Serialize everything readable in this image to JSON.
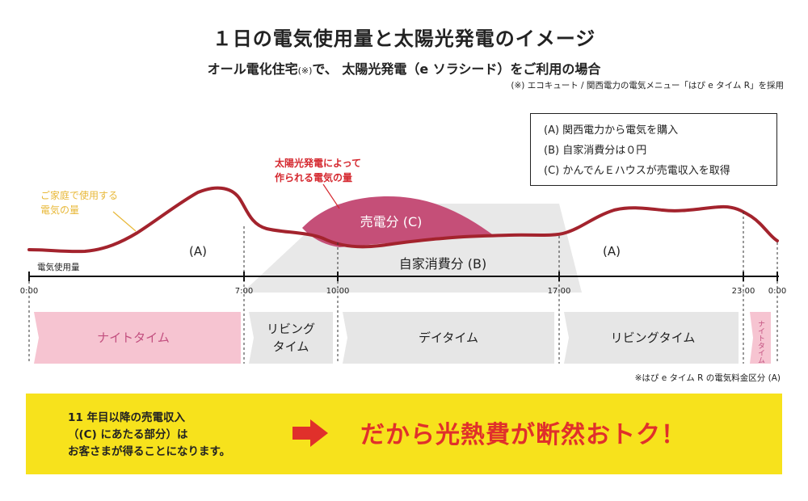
{
  "title": "１日の電気使用量と太陽光発電のイメージ",
  "subtitle": {
    "main_a": "オール電化住宅",
    "note_mark": "(※)",
    "main_b": "で、 太陽光発電（e ソラシード）をご利用の場合"
  },
  "note_top": "(※) エコキュート / 関西電力の電気メニュー「はぴ e タイム R」を採用",
  "legend": [
    "(A) 関西電力から電気を購入",
    "(B) 自家消費分は０円",
    "(C) かんでんＥハウスが売電収入を取得"
  ],
  "annotations": {
    "usage_line1": "ご家庭で使用する",
    "usage_line2": "電気の量",
    "solar_line1": "太陽光発電によって",
    "solar_line2": "作られる電気の量",
    "sell": "売電分 (C)",
    "self_consumption": "自家消費分 (B)",
    "a_left": "(A)",
    "a_right": "(A)",
    "axis_label": "電気使用量"
  },
  "times": [
    "0:00",
    "7:00",
    "10:00",
    "17:00",
    "23:00",
    "0:00"
  ],
  "time_zones": [
    {
      "label": "ナイトタイム"
    },
    {
      "label_line1": "リビング",
      "label_line2": "タイム"
    },
    {
      "label": "デイタイム"
    },
    {
      "label": "リビングタイム"
    },
    {
      "label_vertical": "ナイトタイム"
    }
  ],
  "bottom_note": "※はぴ e タイム R の電気料金区分 (A)",
  "banner": {
    "line1": "11 年目以降の売電収入",
    "line2": "（(C) にあたる部分）は",
    "line3": "お客さまが得ることになります。",
    "main": "だから光熱費が断然おトク！"
  },
  "colors": {
    "usage_line": "#a3232d",
    "sell_fill": "#c54f78",
    "solar_gray": "#e8e8e8",
    "night_pink": "#f6c4d1",
    "night_text": "#c24f7f",
    "living_gray": "#e6e6e6",
    "banner_yellow": "#f7e21c",
    "banner_red": "#e0302b",
    "usage_label": "#e8b838",
    "solar_label": "#d5282f"
  },
  "icons": [
    "right-arrow-icon"
  ]
}
